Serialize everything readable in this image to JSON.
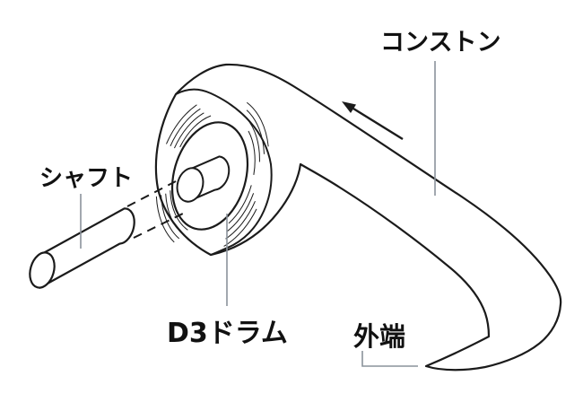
{
  "diagram": {
    "type": "technical-illustration",
    "subject": "constant-force spring wound on drum with shaft",
    "labels": {
      "shaft": "シャフト",
      "constant_spring": "コンストン",
      "drum": "D3ドラム",
      "outer_end": "外端"
    },
    "icons": {
      "direction_arrow": "pull-direction-arrow-upper-left"
    },
    "colors": {
      "band_fill": "#cdd9e6",
      "outline": "#1b1b1b",
      "leader_line": "#8a939b",
      "background": "#ffffff",
      "label_text": "#111111"
    }
  }
}
